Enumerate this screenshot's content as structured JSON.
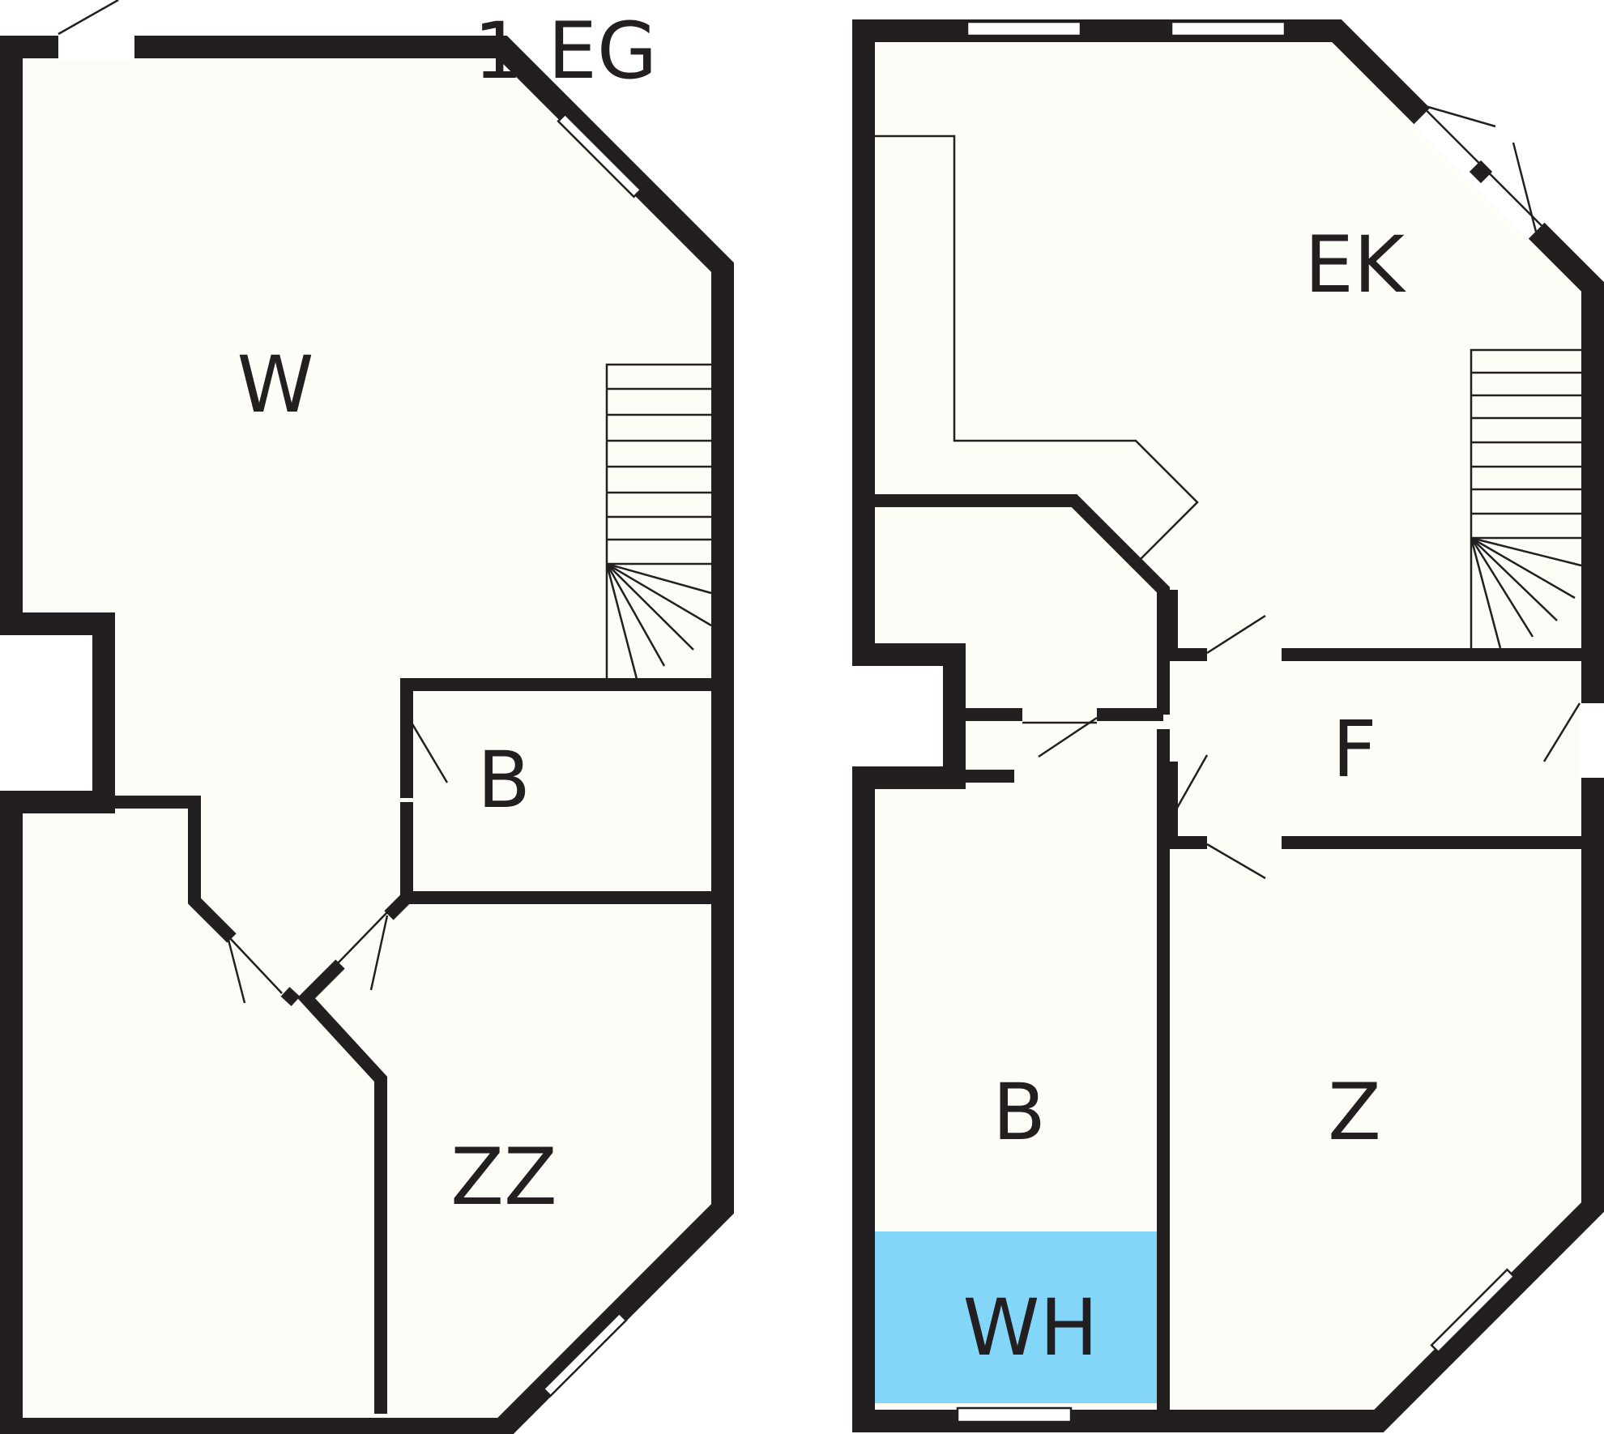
{
  "floor_title": "1.EG",
  "rooms": {
    "left_w": "W",
    "left_b": "B",
    "left_zz": "ZZ",
    "right_ek": "EK",
    "right_f": "F",
    "right_b": "B",
    "right_z": "Z",
    "right_wh": "WH"
  },
  "colors": {
    "wall": "#231f20",
    "floor": "#fdfdf8",
    "wh_highlight": "#83d6f8"
  }
}
